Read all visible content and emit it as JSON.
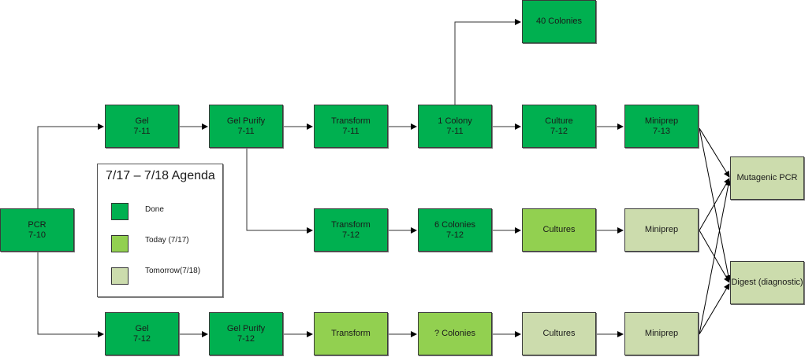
{
  "legend": {
    "title": "7/17 – 7/18 Agenda",
    "items": [
      {
        "label": "Done",
        "status": "done",
        "color": "#00b050"
      },
      {
        "label": "Today (7/17)",
        "status": "today",
        "color": "#92d050"
      },
      {
        "label": "Tomorrow(7/18)",
        "status": "tomorrow",
        "color": "#ccdcad"
      }
    ]
  },
  "nodes": {
    "pcr": {
      "line1": "PCR",
      "line2": "7-10",
      "status": "done"
    },
    "gel_a": {
      "line1": "Gel",
      "line2": "7-11",
      "status": "done"
    },
    "gelpurify_a": {
      "line1": "Gel Purify",
      "line2": "7-11",
      "status": "done"
    },
    "transform_a": {
      "line1": "Transform",
      "line2": "7-11",
      "status": "done"
    },
    "colony_a": {
      "line1": "1 Colony",
      "line2": "7-11",
      "status": "done"
    },
    "colonies40": {
      "line1": "40 Colonies",
      "line2": "",
      "status": "done"
    },
    "culture_a": {
      "line1": "Culture",
      "line2": "7-12",
      "status": "done"
    },
    "miniprep_a": {
      "line1": "Miniprep",
      "line2": "7-13",
      "status": "done"
    },
    "transform_b": {
      "line1": "Transform",
      "line2": "7-12",
      "status": "done"
    },
    "colonies_b": {
      "line1": "6 Colonies",
      "line2": "7-12",
      "status": "done"
    },
    "cultures_b": {
      "line1": "Cultures",
      "line2": "",
      "status": "today"
    },
    "miniprep_b": {
      "line1": "Miniprep",
      "line2": "",
      "status": "tomorrow"
    },
    "gel_c": {
      "line1": "Gel",
      "line2": "7-12",
      "status": "done"
    },
    "gelpurify_c": {
      "line1": "Gel Purify",
      "line2": "7-12",
      "status": "done"
    },
    "transform_c": {
      "line1": "Transform",
      "line2": "",
      "status": "today"
    },
    "colonies_c": {
      "line1": "? Colonies",
      "line2": "",
      "status": "today"
    },
    "cultures_c": {
      "line1": "Cultures",
      "line2": "",
      "status": "tomorrow"
    },
    "miniprep_c": {
      "line1": "Miniprep",
      "line2": "",
      "status": "tomorrow"
    },
    "mutagenic": {
      "line1": "Mutagenic PCR",
      "line2": "",
      "status": "tomorrow"
    },
    "digest": {
      "line1": "Digest (diagnostic)",
      "line2": "",
      "status": "tomorrow"
    }
  },
  "edges": [
    [
      "pcr",
      "gel_a"
    ],
    [
      "pcr",
      "gel_c"
    ],
    [
      "gel_a",
      "gelpurify_a"
    ],
    [
      "gelpurify_a",
      "transform_a"
    ],
    [
      "gelpurify_a",
      "transform_b"
    ],
    [
      "transform_a",
      "colony_a"
    ],
    [
      "colony_a",
      "colonies40"
    ],
    [
      "colony_a",
      "culture_a"
    ],
    [
      "culture_a",
      "miniprep_a"
    ],
    [
      "transform_b",
      "colonies_b"
    ],
    [
      "colonies_b",
      "cultures_b"
    ],
    [
      "cultures_b",
      "miniprep_b"
    ],
    [
      "gel_c",
      "gelpurify_c"
    ],
    [
      "gelpurify_c",
      "transform_c"
    ],
    [
      "transform_c",
      "colonies_c"
    ],
    [
      "colonies_c",
      "cultures_c"
    ],
    [
      "cultures_c",
      "miniprep_c"
    ],
    [
      "miniprep_a",
      "mutagenic"
    ],
    [
      "miniprep_a",
      "digest"
    ],
    [
      "miniprep_b",
      "mutagenic"
    ],
    [
      "miniprep_b",
      "digest"
    ],
    [
      "miniprep_c",
      "mutagenic"
    ],
    [
      "miniprep_c",
      "digest"
    ]
  ]
}
